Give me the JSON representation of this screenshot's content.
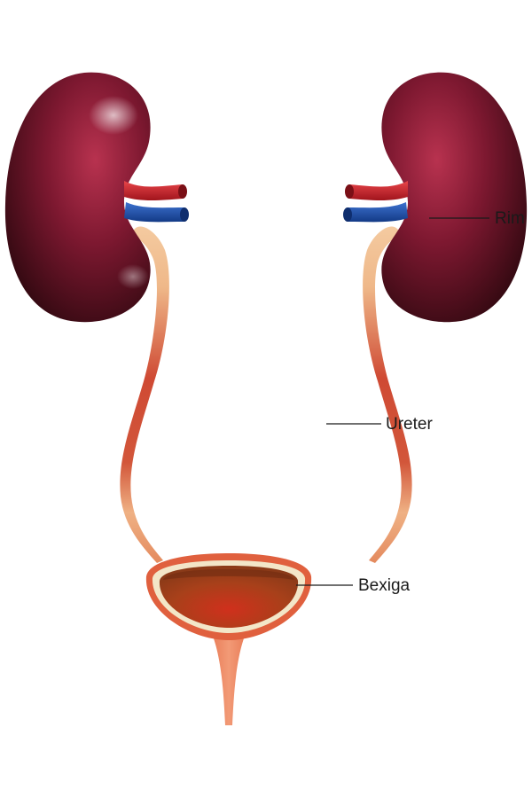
{
  "diagram": {
    "labels": {
      "kidney": "Rim",
      "ureter": "Ureter",
      "bladder": "Bexiga"
    },
    "colors": {
      "kidney_dark": "#3a0a12",
      "kidney_mid": "#8a1a2e",
      "kidney_light": "#c83a5a",
      "artery": "#c8202a",
      "vein": "#1f4fa8",
      "ureter_light": "#f2c49a",
      "ureter_red": "#c8302a",
      "bladder_outer": "#e05a3a",
      "bladder_wall": "#f3e6c8",
      "bladder_inner": "#a8401a",
      "urethra": "#e98060"
    }
  }
}
